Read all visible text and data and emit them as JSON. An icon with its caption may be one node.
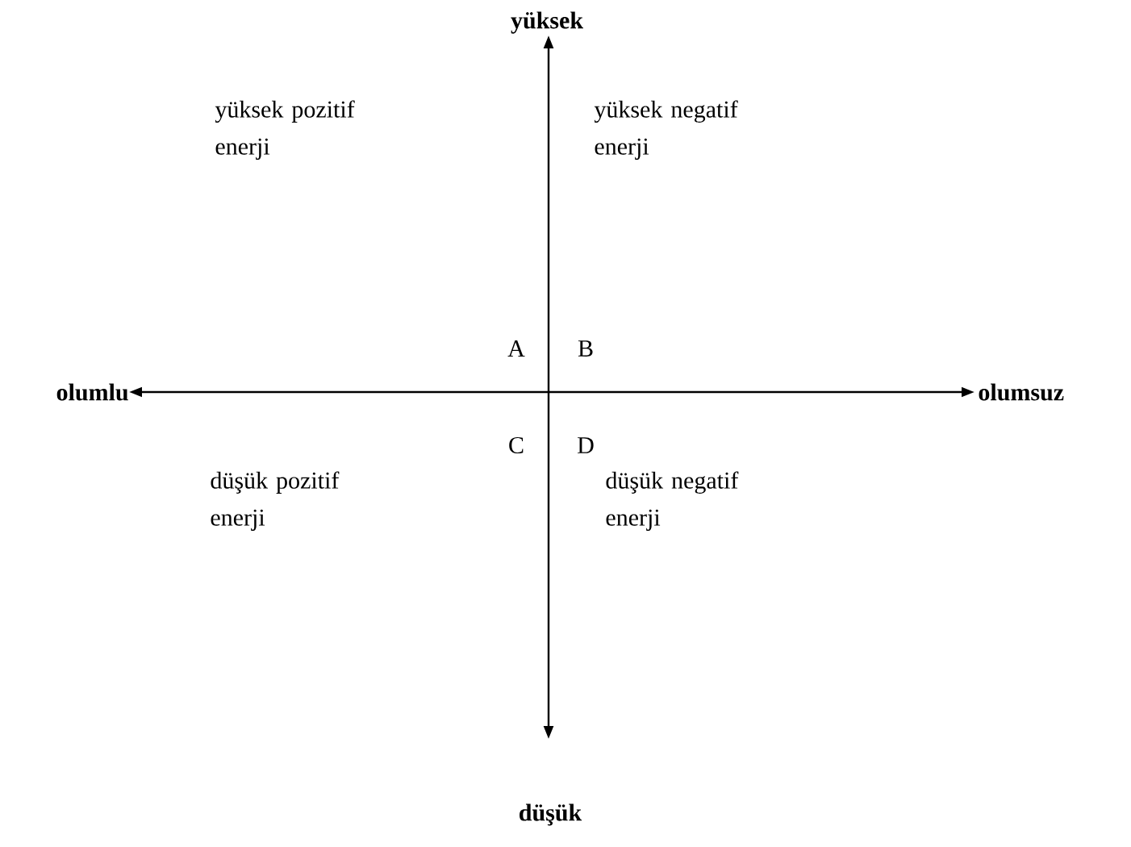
{
  "diagram": {
    "labels": [
      "yüksek",
      "yüksek pozitif enerji",
      "yüksek negatif enerji",
      "A",
      "B",
      "olumlu",
      "olumsuz",
      "C",
      "D",
      "düşük pozitif enerji",
      "düşük negatif enerji",
      "düşük"
    ]
  }
}
